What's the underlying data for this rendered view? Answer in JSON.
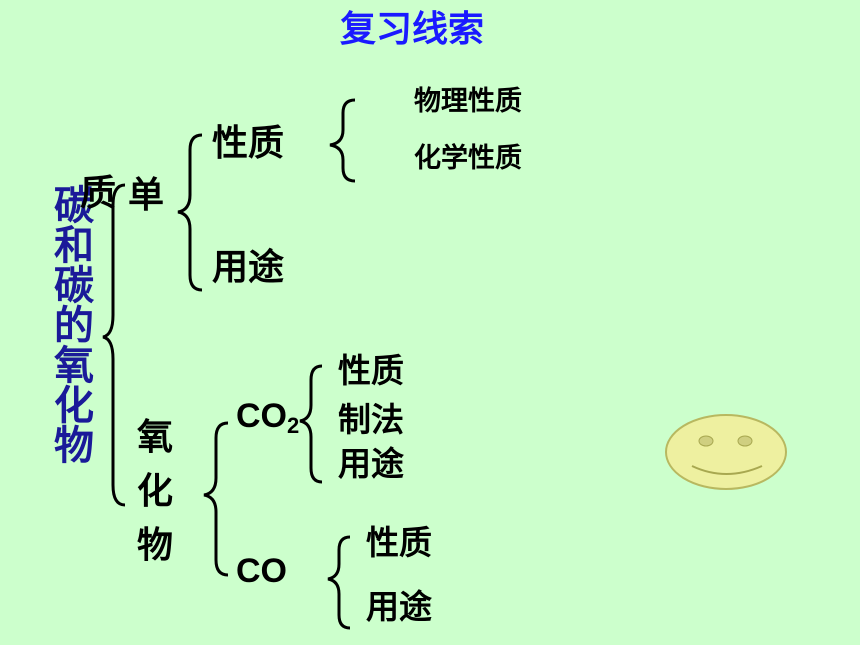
{
  "title": "复习线索",
  "main_topic": "碳和碳的氧化物",
  "simple_substance": {
    "label_char_1": "质",
    "label_char_2": "单",
    "properties": {
      "label": "性质",
      "sub": [
        "物理性质",
        "化学性质"
      ]
    },
    "uses": "用途"
  },
  "oxides": {
    "label": [
      "氧",
      "化",
      "物"
    ],
    "co2": {
      "formula": "CO",
      "subscript": "2",
      "items": [
        "性质",
        "制法",
        "用途"
      ]
    },
    "co": {
      "formula": "CO",
      "items": [
        "性质",
        "用途"
      ]
    }
  },
  "colors": {
    "background": "#ccffcc",
    "title": "#1a1aff",
    "main_topic": "#1a1a99",
    "smiley_fill": "#eef0a0",
    "smiley_stroke": "#b8b860"
  }
}
